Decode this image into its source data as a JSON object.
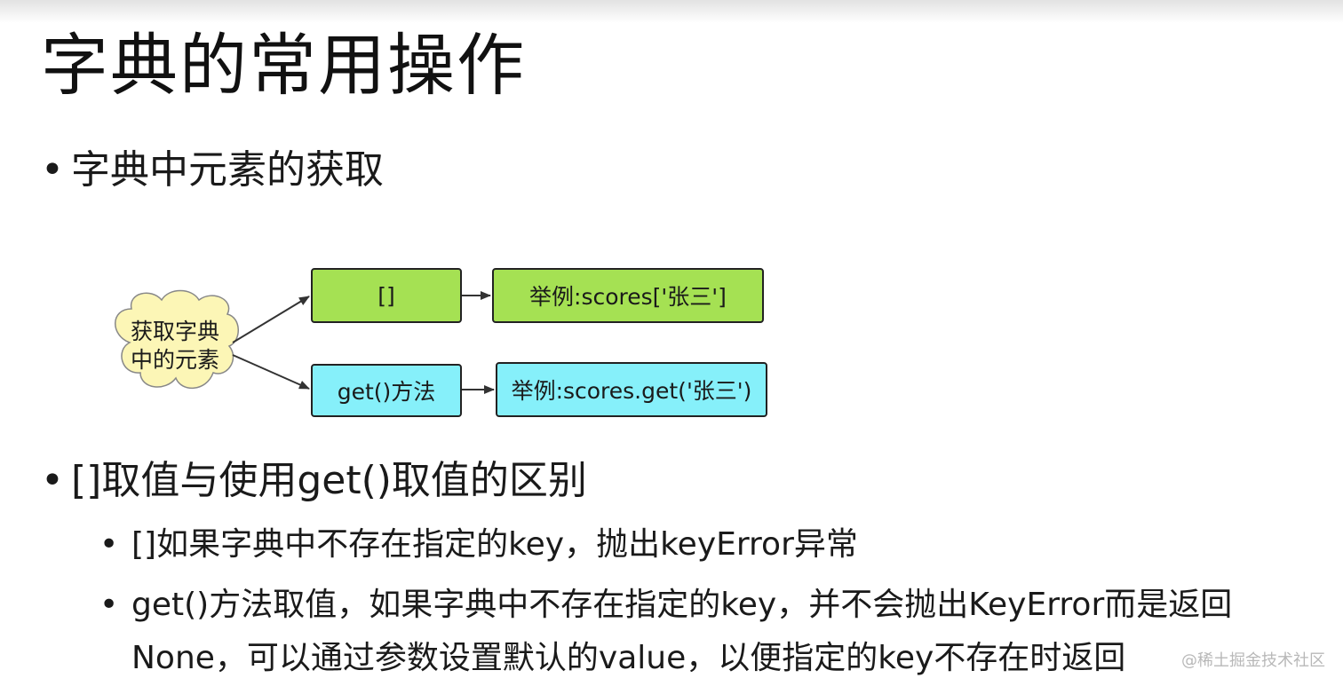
{
  "slide": {
    "title": "字典的常用操作",
    "bullet_char": "•",
    "bullets": {
      "b1": "字典中元素的获取",
      "b2": "[]取值与使用get()取值的区别",
      "b3": "[]如果字典中不存在指定的key，抛出keyError异常",
      "b4": "get()方法取值，如果字典中不存在指定的key，并不会抛出KeyError而是返回",
      "b5": "None，可以通过参数设置默认的value，以便指定的key不存在时返回"
    }
  },
  "diagram": {
    "root": {
      "line1": "获取字典",
      "line2": "中的元素"
    },
    "bracket_node": "[]",
    "bracket_example": "举例:scores['张三']",
    "get_node": "get()方法",
    "get_example": "举例:scores.get('张三')"
  },
  "watermark": "@稀土掘金技术社区",
  "colors": {
    "green_box": "#a5e153",
    "cyan_box": "#86f0fa",
    "cloud": "#fcf6b6"
  }
}
